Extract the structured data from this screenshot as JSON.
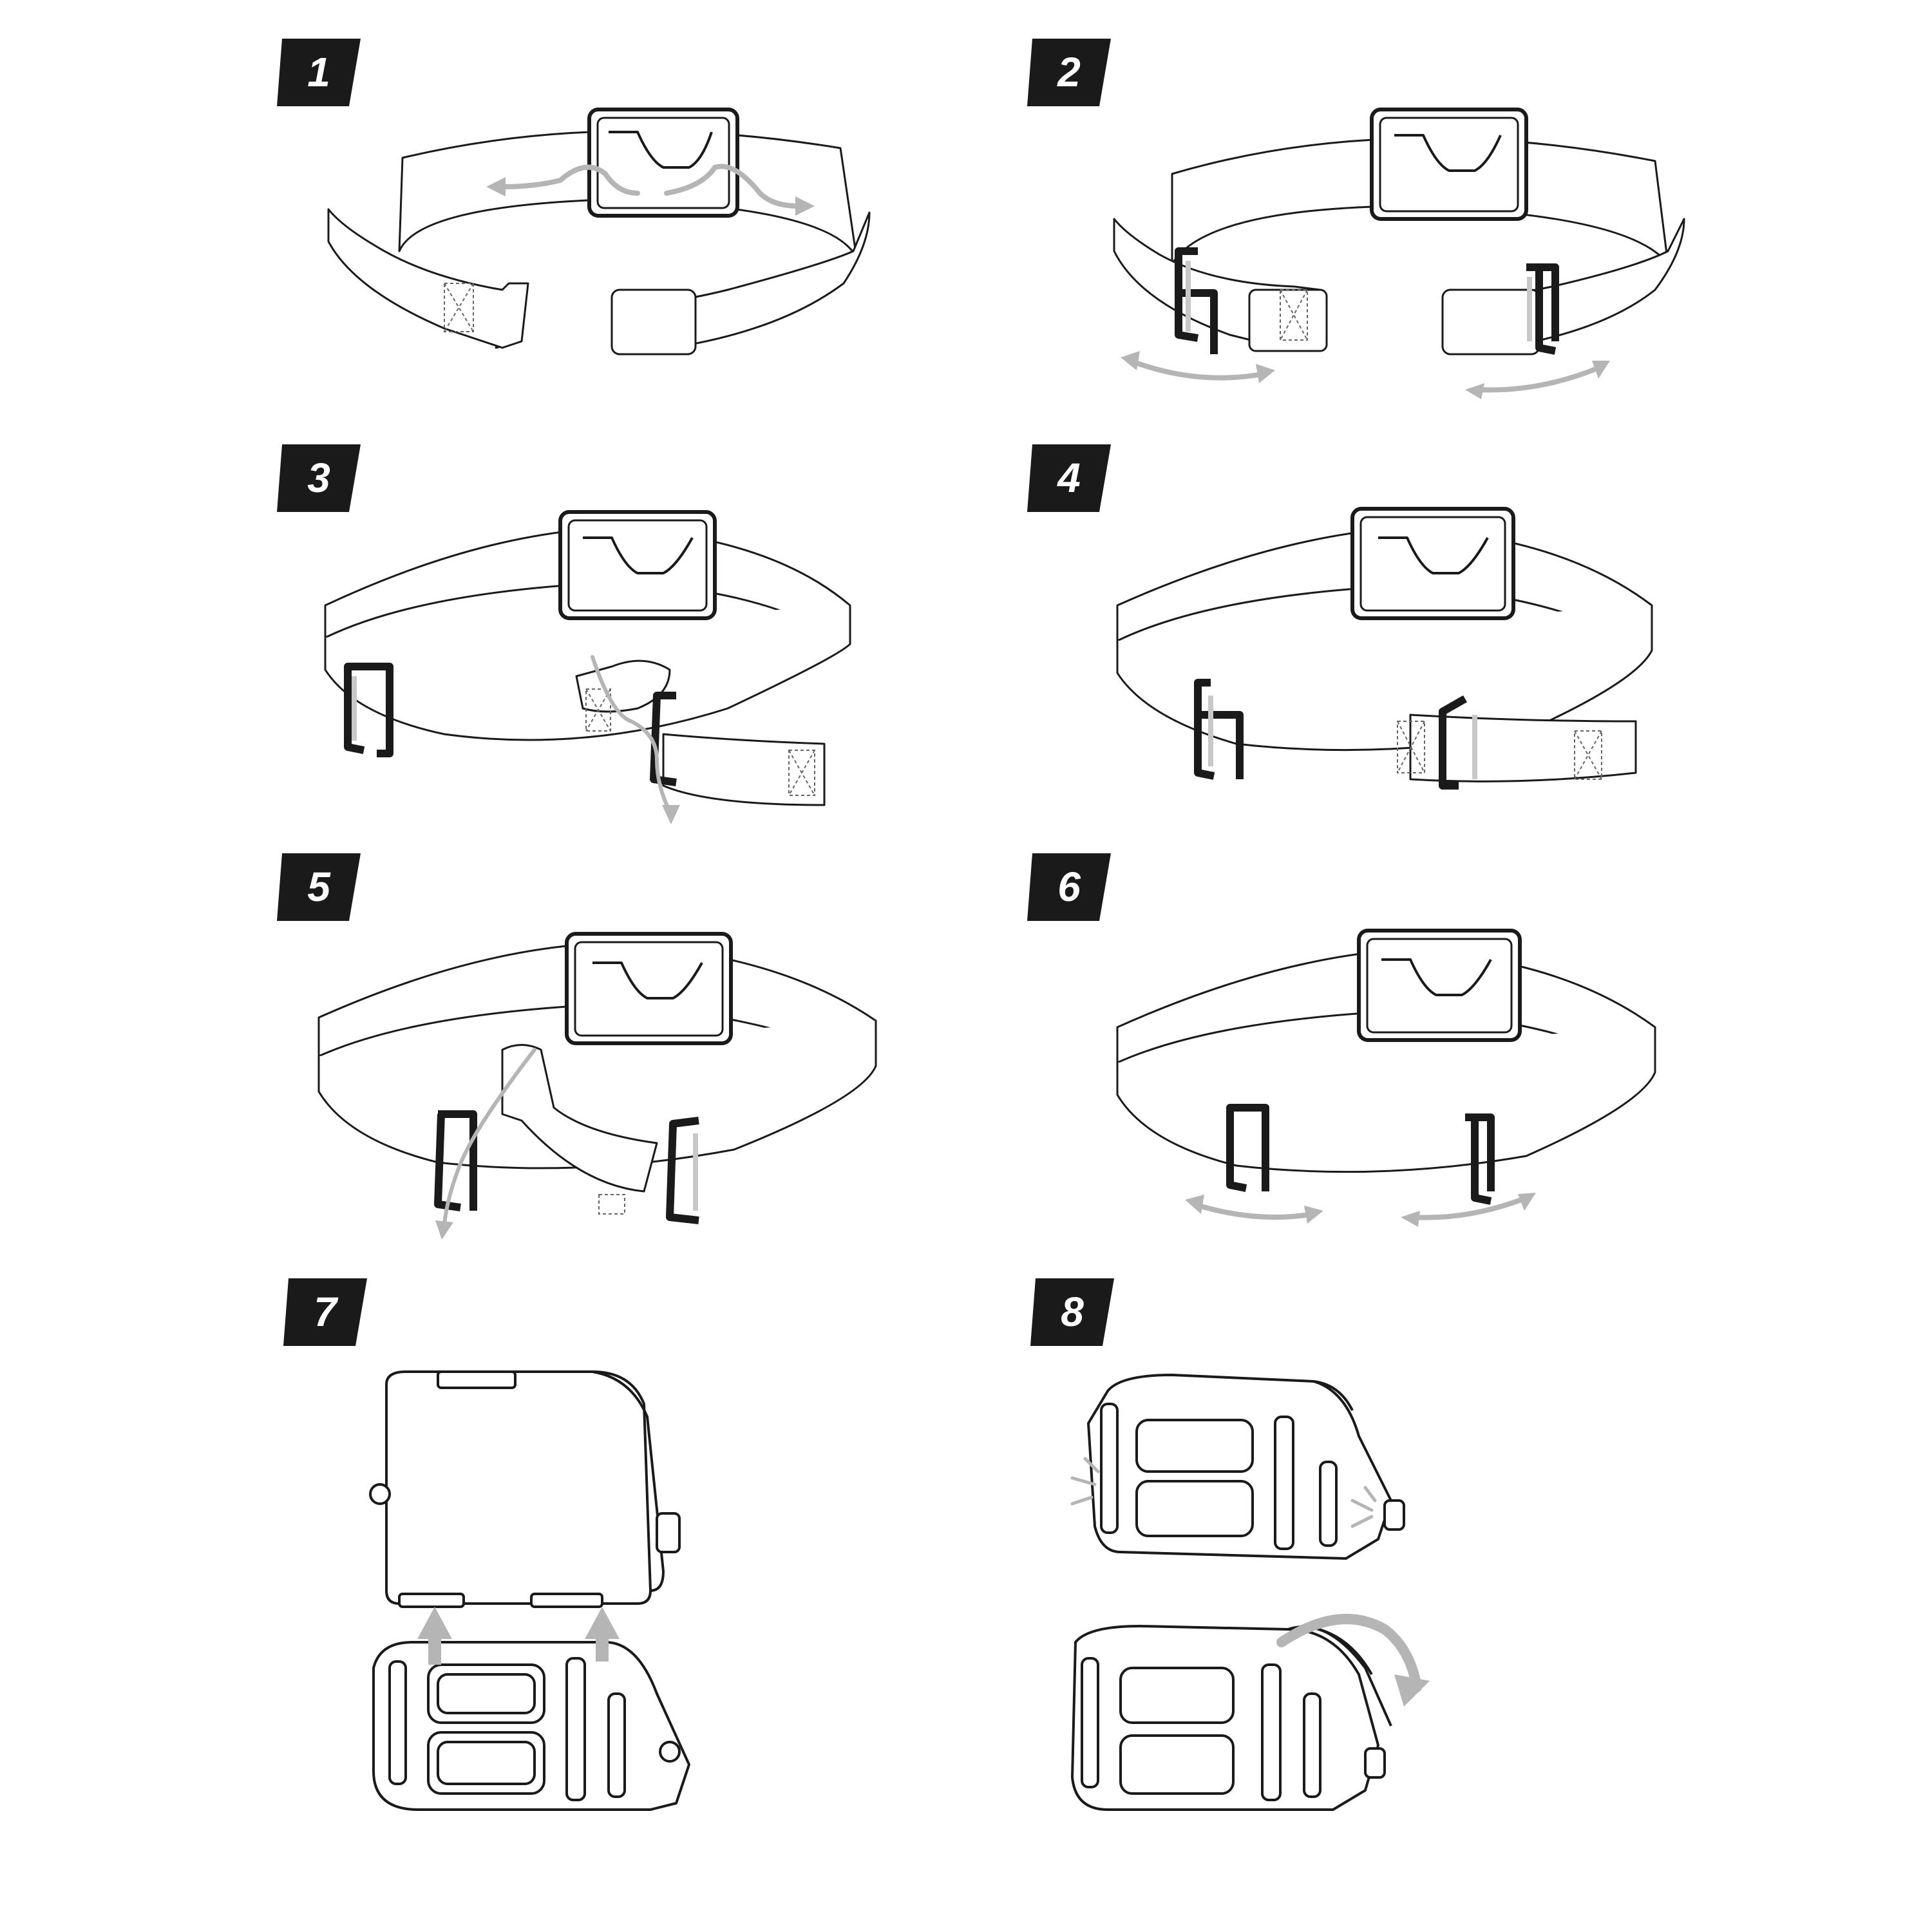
{
  "steps": [
    {
      "number": "1"
    },
    {
      "number": "2"
    },
    {
      "number": "3"
    },
    {
      "number": "4"
    },
    {
      "number": "5"
    },
    {
      "number": "6"
    },
    {
      "number": "7"
    },
    {
      "number": "8"
    }
  ],
  "colors": {
    "ink": "#1a1a1a",
    "arrow": "#b5b5b5",
    "badge": "#1a1a1a",
    "badge_text": "#ffffff",
    "strap": "#ffffff"
  }
}
